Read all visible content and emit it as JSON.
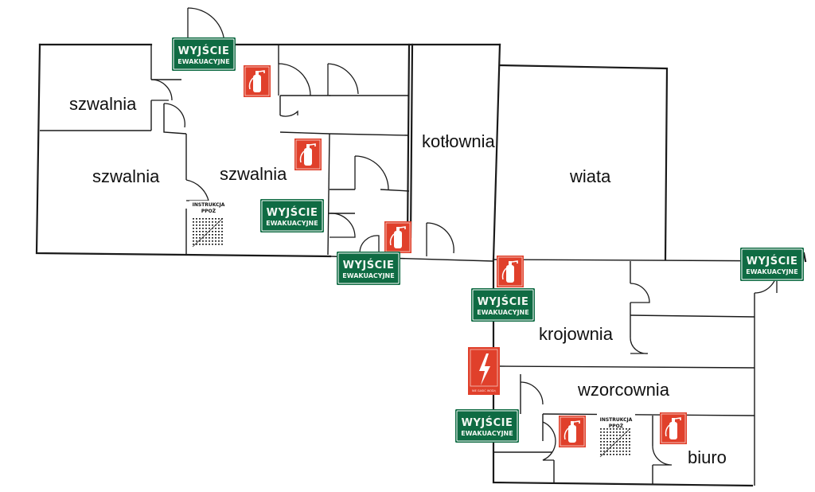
{
  "rooms": {
    "szwalnia_1": "szwalnia",
    "szwalnia_2": "szwalnia",
    "szwalnia_3": "szwalnia",
    "kotlownia": "kotłownia",
    "wiata": "wiata",
    "krojownia": "krojownia",
    "wzorcownia": "wzorcownia",
    "biuro": "biuro"
  },
  "exit_sign": {
    "line1": "WYJŚCIE",
    "line2": "EWAKUACYJNE"
  },
  "fire_instruction": {
    "line1": "INSTRUKCJA",
    "line2": "PPOŻ"
  },
  "electrical_sign": {
    "caption": "NIE GASIĆ WODĄ"
  },
  "colors": {
    "exit_green": "#0f6b43",
    "extinguisher_red": "#e0402b",
    "wall": "#1a1a1a"
  },
  "icons": {
    "exit": "exit-sign",
    "extinguisher": "fire-extinguisher-icon",
    "electrical": "high-voltage-icon",
    "instruction": "fire-instruction-board"
  }
}
